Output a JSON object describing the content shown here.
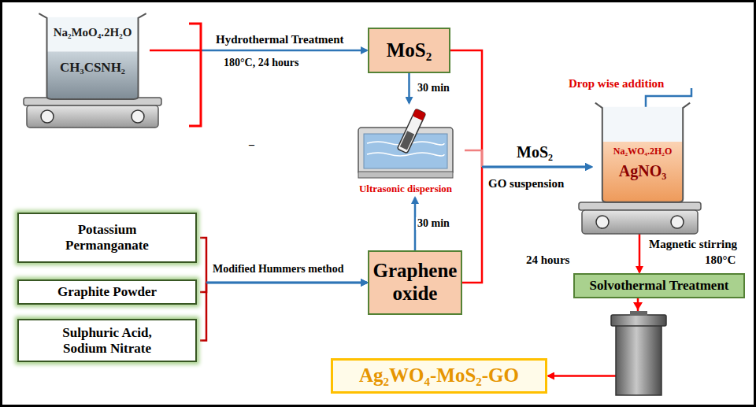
{
  "diagram": {
    "nodes": [
      {
        "text": [
          "Na₂MoO₄.2H₂O",
          "CH₃CSNH₂"
        ]
      },
      {
        "text": [
          "MoS₂"
        ]
      },
      {
        "text": [
          "Ultrasonic dispersion"
        ]
      },
      {
        "text": [
          "Potassium Permanganate"
        ]
      },
      {
        "text": [
          "Graphite Powder"
        ]
      },
      {
        "text": [
          "Sulphuric Acid, Sodium Nitrate"
        ]
      },
      {
        "text": [
          "Graphene oxide"
        ]
      },
      {
        "text": [
          "Na₂WO₄.2H₂O",
          "AgNO₃"
        ]
      },
      {
        "text": [
          "Solvothermal Treatment"
        ]
      },
      {
        "text": [
          "Ag₂WO₄-MoS₂-GO"
        ]
      }
    ],
    "edges": [
      {
        "from": 0,
        "to": 1,
        "arrow": "to",
        "label": "Hydrothermal Treatment"
      },
      {
        "from": 1,
        "to": 2,
        "arrow": "to",
        "label": "30 min"
      },
      {
        "from": 3,
        "to": 6,
        "arrow": "to",
        "label": "Modified Hummers method"
      },
      {
        "from": 4,
        "to": 6,
        "arrow": "to"
      },
      {
        "from": 5,
        "to": 6,
        "arrow": "to"
      },
      {
        "from": 6,
        "to": 2,
        "arrow": "to",
        "label": "30 min"
      },
      {
        "from": 1,
        "to": 7,
        "arrow": "to",
        "label": "MoS₂"
      },
      {
        "from": 6,
        "to": 7,
        "arrow": "to",
        "label": "GO suspension"
      },
      {
        "from": 2,
        "to": 7,
        "arrow": "to"
      },
      {
        "from": 7,
        "to": 8,
        "arrow": "to"
      },
      {
        "from": 8,
        "to": 9,
        "arrow": "to"
      }
    ],
    "labels": [
      "180°C, 24 hours",
      "–",
      "Drop wise addition",
      "Magnetic stirring",
      "24 hours",
      "180°C"
    ]
  }
}
